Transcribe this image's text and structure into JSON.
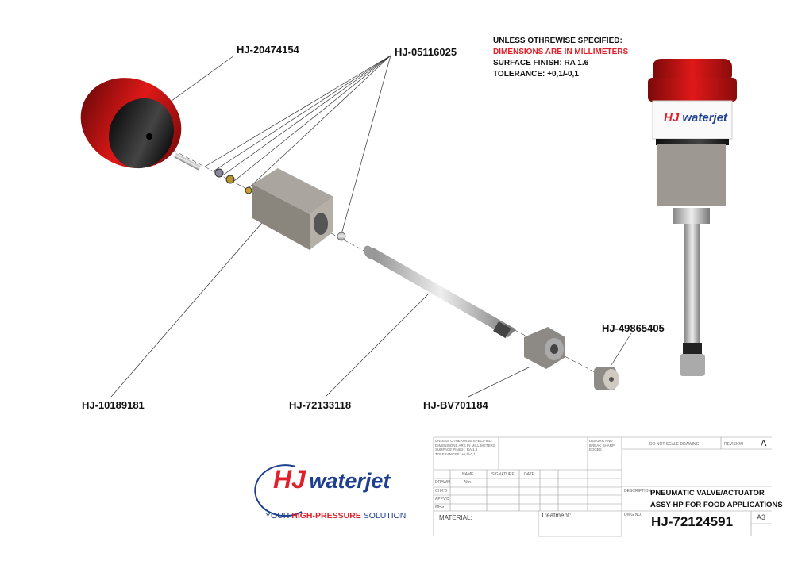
{
  "notes": {
    "line1": "UNLESS OTHREWISE SPECIFIED:",
    "line2": "DIMENSIONS ARE IN MILLIMETERS",
    "line3": "SURFACE FINISH: RA 1.6",
    "line4": "TOLERANCE: +0,1/-0,1",
    "highlight_color": "#e0202a"
  },
  "parts": {
    "cap": "HJ-20474154",
    "seals": "HJ-05116025",
    "block": "HJ-10189181",
    "tube": "HJ-72133118",
    "nut": "HJ-BV701184",
    "nozzle": "HJ-49865405"
  },
  "assembly_label": {
    "hj": "HJ",
    "brand": "waterjet"
  },
  "logo": {
    "mark": "HJ",
    "brand": "waterjet",
    "tagline_pre": "YOUR ",
    "tagline_mid": "HIGH-PRESSURE",
    "tagline_post": " SOLUTION",
    "red": "#e0202a",
    "blue": "#1d3f8f"
  },
  "title_block": {
    "general_notes": [
      "UNLESS OTHERWISE SPECIFIED:",
      "DIMENSIONS ARE IN MILLIMETERS",
      "SURFACE FINISH: RA 1.6",
      "TOLERANCES: +0,1/-0,1"
    ],
    "deburr": [
      "DEBURR AND",
      "BREAK SHARP",
      "EDGES"
    ],
    "do_not_scale": "DO NOT SCALE DRAWING",
    "revision_label": "REVISION",
    "revision": "A",
    "col_name": "NAME",
    "col_signature": "SIGNATURE",
    "col_date": "DATE",
    "rows": [
      "DRAWN",
      "CHK'D",
      "APPV'D",
      "MFG"
    ],
    "drawn_name": "Ahn",
    "description_label": "DESCRIPTION:",
    "description_line1": "PNEUMATIC VALVE/ACTUATOR",
    "description_line2": "ASSY-HP FOR FOOD APPLICATIONS",
    "material_label": "MATERIAL:",
    "treatment_label": "Treatment:",
    "dwg_no_label": "DWG NO.",
    "dwg_no": "HJ-72124591",
    "sheet_size": "A3"
  }
}
